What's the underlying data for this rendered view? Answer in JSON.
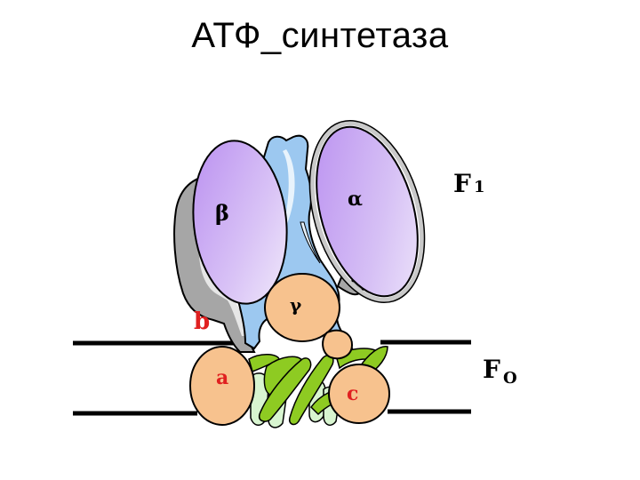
{
  "slide": {
    "title": "АТФ_синтетаза"
  },
  "diagram": {
    "labels": {
      "beta": "β",
      "alpha": "α",
      "gamma": "γ",
      "b": "b",
      "a": "a",
      "c": "c",
      "f1_main": "F",
      "f1_sub": "1",
      "fo_main": "F",
      "fo_sub": "O"
    },
    "colors": {
      "alpha_beta_subunit": "#c9a4f0",
      "stalk_blue": "#9cc8f0",
      "gray_stator": "#a8a8a8",
      "orange_subunit": "#f7c28e",
      "c_ring_green": "#8ecb22",
      "c_ring_light": "#d8f5d0",
      "red_label": "#e02020",
      "membrane": "#000000"
    }
  }
}
